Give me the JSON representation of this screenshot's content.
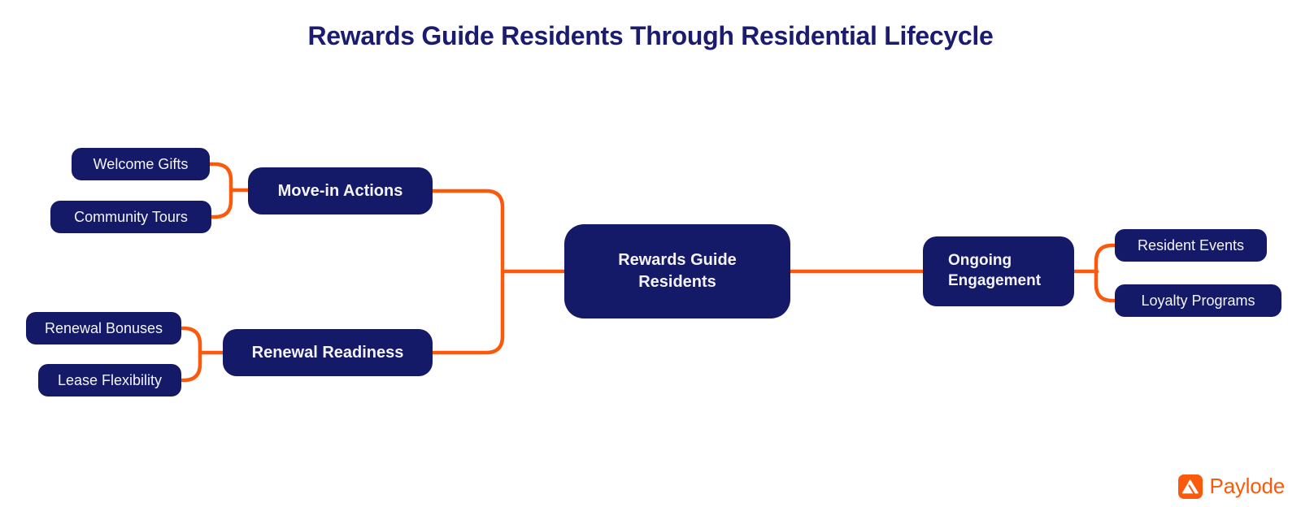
{
  "title": "Rewards Guide Residents Through Residential Lifecycle",
  "diagram": {
    "root": {
      "label": "Rewards Guide Residents"
    },
    "branches": [
      {
        "label": "Move-in Actions",
        "children": [
          {
            "label": "Welcome Gifts"
          },
          {
            "label": "Community Tours"
          }
        ]
      },
      {
        "label": "Renewal Readiness",
        "children": [
          {
            "label": "Renewal Bonuses"
          },
          {
            "label": "Lease Flexibility"
          }
        ]
      },
      {
        "label": "Ongoing Engagement",
        "children": [
          {
            "label": "Resident Events"
          },
          {
            "label": "Loyalty Programs"
          }
        ]
      }
    ]
  },
  "logo": {
    "text": "Paylode",
    "icon": "paylode-triangle-icon"
  },
  "colors": {
    "node_fill": "#151a68",
    "node_text": "#f4f4f8",
    "connector": "#fb5a0c",
    "title_text": "#1b1b6f",
    "logo": "#fb5a0c",
    "background": "#ffffff"
  }
}
